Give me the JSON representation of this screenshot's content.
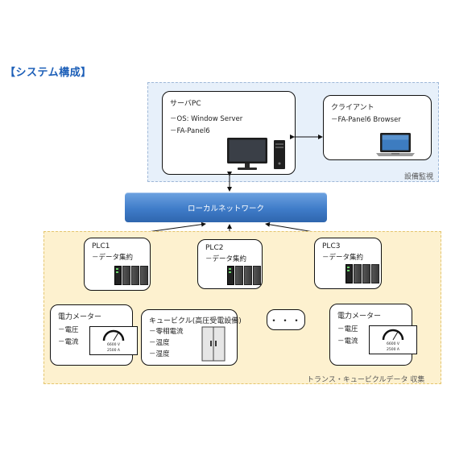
{
  "heading": "【システム構成】",
  "zones": {
    "monitoring_label": "設備監視",
    "collection_label": "トランス・キュービクルデータ 収集"
  },
  "server": {
    "title": "サーバPC",
    "lines": [
      "－OS: Window Server",
      "－FA-Panel6"
    ]
  },
  "client": {
    "title": "クライアント",
    "lines": [
      "－FA-Panel6 Browser"
    ]
  },
  "lan": {
    "label": "ローカルネットワーク"
  },
  "plcs": [
    {
      "title": "PLC1",
      "line": "－データ集約"
    },
    {
      "title": "PLC2",
      "line": "－データ集約"
    },
    {
      "title": "PLC3",
      "line": "－データ集約"
    }
  ],
  "meter1": {
    "title": "電力メーター",
    "lines": [
      "－電圧",
      "－電流"
    ],
    "display": [
      "6600 V",
      "2500 A"
    ]
  },
  "cubicle": {
    "title": "キュービクル(高圧受電設備)",
    "lines": [
      "－零相電流",
      "－温度",
      "－湿度"
    ]
  },
  "ellipsis": "・・・",
  "meter2": {
    "title": "電力メーター",
    "lines": [
      "－電圧",
      "－電流"
    ],
    "display": [
      "6600 V",
      "2500 A"
    ]
  },
  "colors": {
    "heading": "#1d5fb8",
    "lan": "#3f7cc9",
    "monitor_zone": "#e7f0fa",
    "collection_zone": "#fdf1cf"
  }
}
